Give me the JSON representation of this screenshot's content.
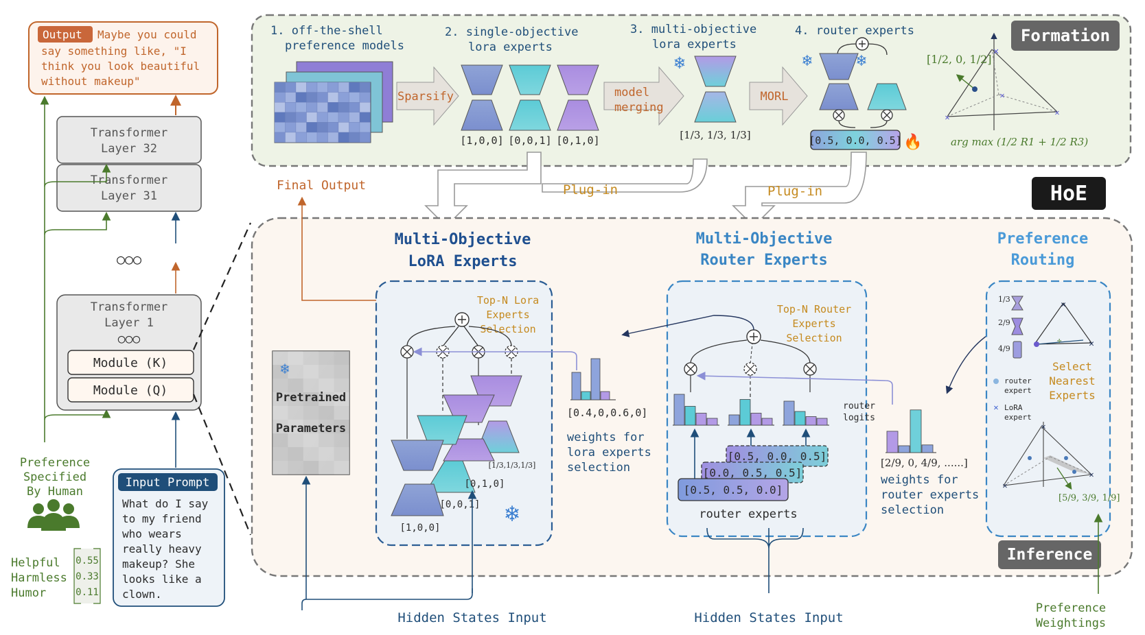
{
  "left_panel": {
    "output": {
      "tag": "Output",
      "lines": [
        "Maybe you could",
        "say something like, \"I",
        "think you look beautiful",
        "without makeup\""
      ]
    },
    "layers": {
      "layer32": [
        "Transformer",
        "Layer 32"
      ],
      "layer31": [
        "Transformer",
        "Layer 31"
      ],
      "layer1": [
        "Transformer",
        "Layer 1"
      ],
      "ellipsis": "○○○",
      "module_k": "Module (K)",
      "module_q": "Module (Q)"
    },
    "preference": {
      "label": [
        "Preference",
        "Specified",
        "By Human"
      ],
      "icon": "group-people-icon",
      "rows": [
        {
          "name": "Helpful",
          "value": "0.55"
        },
        {
          "name": "Harmless",
          "value": "0.33"
        },
        {
          "name": "Humor",
          "value": "0.11"
        }
      ]
    },
    "input_prompt": {
      "tag": "Input Prompt",
      "lines": [
        "What do I say",
        "to my friend",
        "who wears",
        "really heavy",
        "makeup? She",
        "looks like a",
        "clown."
      ]
    }
  },
  "formation": {
    "badge": "Formation",
    "steps": [
      {
        "num": "1.",
        "lines": [
          "off-the-shell",
          "preference models"
        ]
      },
      {
        "num": "2.",
        "lines": [
          "single-objective",
          "lora experts"
        ]
      },
      {
        "num": "3.",
        "lines": [
          "multi-objective",
          "lora experts"
        ]
      },
      {
        "num": "4.",
        "lines": [
          "router experts"
        ]
      }
    ],
    "arrows": {
      "sparsify": "Sparsify",
      "model_merging": [
        "model",
        "merging"
      ],
      "morl": "MORL"
    },
    "lora_vectors": [
      "[1,0,0]",
      "[0,0,1]",
      "[0,1,0]"
    ],
    "merged_vector": "[1/3, 1/3, 1/3]",
    "router_vector": "[0.5, 0.0, 0.5]",
    "simplex": {
      "point_label": "[1/2, 0, 1/2]",
      "argmax_label": "arg max (1/2 R1 + 1/2 R3)"
    }
  },
  "hoe_badge": "HoE",
  "plug_in_labels": [
    "Plug-in",
    "Plug-in"
  ],
  "final_output": "Final Output",
  "inference": {
    "badge": "Inference",
    "lora_section": {
      "title": [
        "Multi-Objective",
        "LoRA Experts"
      ],
      "topn": [
        "Top-N Lora",
        "Experts",
        "Selection"
      ],
      "expert_labels": [
        "[1,0,0]",
        "[0,0,1]",
        "[0,1,0]",
        "[1/3,1/3,1/3]"
      ],
      "weights_vector": "[0.4,0,0.6,0]",
      "weights_caption": [
        "weights for",
        "lora experts",
        "selection"
      ],
      "weights": [
        0.4,
        0,
        0.6,
        0
      ]
    },
    "pretrained": {
      "lines": [
        "Pretrained",
        "Parameters"
      ]
    },
    "router_section": {
      "title": [
        "Multi-Objective",
        "Router Experts"
      ],
      "topn": [
        "Top-N Router",
        "Experts",
        "Selection"
      ],
      "router_logits": [
        "router",
        "logits"
      ],
      "vectors": [
        "[0.5, 0.0, 0.5]",
        "[0.0, 0.5, 0.5]",
        "[0.5, 0.5, 0.0]"
      ],
      "router_experts_label": "router experts",
      "weights_vector": "[2/9, 0, 4/9, ......]",
      "weights_caption": [
        "weights for",
        "router experts",
        "selection"
      ]
    },
    "routing_section": {
      "title": [
        "Preference",
        "Routing"
      ],
      "fractions": [
        "1/3",
        "2/9",
        "4/9"
      ],
      "select_text": [
        "Select",
        "Nearest",
        "Experts"
      ],
      "legend": [
        {
          "marker": "dot",
          "lines": [
            "router",
            "expert"
          ]
        },
        {
          "marker": "x",
          "lines": [
            "LoRA",
            "expert"
          ]
        }
      ],
      "point_label": "[5/9, 3/9, 1/9]"
    },
    "hidden_states": [
      "Hidden States Input",
      "Hidden States Input"
    ],
    "preference_weightings": [
      "Preference",
      "Weightings"
    ]
  }
}
